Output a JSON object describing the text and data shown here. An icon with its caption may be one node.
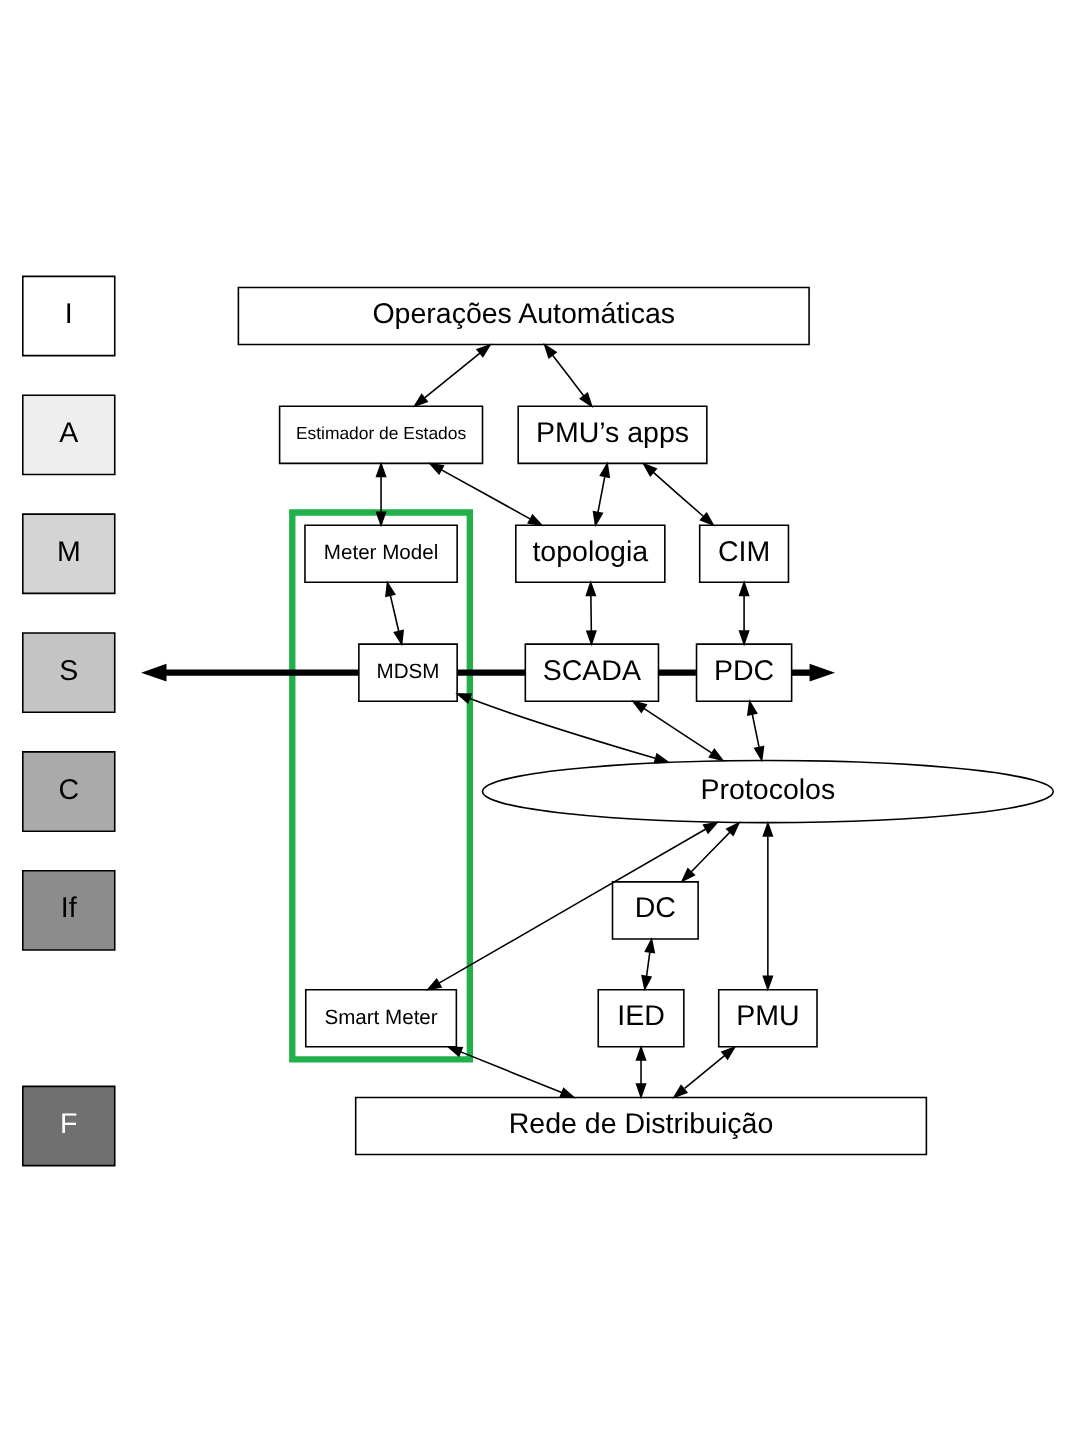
{
  "diagram": {
    "nodes": [
      {
        "text": [
          "I"
        ]
      },
      {
        "text": [
          "Operações Automáticas"
        ]
      },
      {
        "text": [
          "A"
        ]
      },
      {
        "text": [
          "Estimador de Estados"
        ]
      },
      {
        "text": [
          "PMU’s apps"
        ]
      },
      {
        "text": [
          "M"
        ]
      },
      {
        "text": [],
        "shape": "box"
      },
      {
        "text": [
          "Meter Model"
        ],
        "in": 6
      },
      {
        "text": [
          "topologia"
        ]
      },
      {
        "text": [
          "CIM"
        ]
      },
      {
        "text": [
          "S"
        ]
      },
      {
        "text": [
          "MDSM"
        ],
        "in": 6
      },
      {
        "text": [
          "SCADA"
        ]
      },
      {
        "text": [
          "PDC"
        ]
      },
      {
        "text": [
          "C"
        ]
      },
      {
        "text": [
          "Protocolos"
        ]
      },
      {
        "text": [
          "If"
        ]
      },
      {
        "text": [
          "DC"
        ]
      },
      {
        "text": [
          "Smart Meter"
        ],
        "in": 6
      },
      {
        "text": [
          "IED"
        ]
      },
      {
        "text": [
          "PMU"
        ]
      },
      {
        "text": [
          "F"
        ]
      },
      {
        "text": [
          "Rede de Distribuição"
        ]
      }
    ],
    "edges": [
      {
        "from": 1,
        "to": 3,
        "arrow": "both"
      },
      {
        "from": 1,
        "to": 4,
        "arrow": "both"
      },
      {
        "from": 3,
        "to": 7,
        "arrow": "both"
      },
      {
        "from": 3,
        "to": 8,
        "arrow": "both"
      },
      {
        "from": 4,
        "to": 8,
        "arrow": "both"
      },
      {
        "from": 4,
        "to": 9,
        "arrow": "both"
      },
      {
        "from": 7,
        "to": 11,
        "arrow": "both"
      },
      {
        "from": 8,
        "to": 12,
        "arrow": "both"
      },
      {
        "from": 9,
        "to": 13,
        "arrow": "both"
      },
      {
        "from": 11,
        "to": null,
        "arrow": "to",
        "style": "thick"
      },
      {
        "from": 11,
        "to": 12,
        "arrow": "none",
        "style": "thick"
      },
      {
        "from": 12,
        "to": 13,
        "arrow": "none",
        "style": "thick"
      },
      {
        "from": 13,
        "to": null,
        "arrow": "to",
        "style": "thick"
      },
      {
        "from": 11,
        "to": 15,
        "arrow": "both"
      },
      {
        "from": 12,
        "to": 15,
        "arrow": "both"
      },
      {
        "from": 13,
        "to": 15,
        "arrow": "both"
      },
      {
        "from": 15,
        "to": 18,
        "arrow": "both"
      },
      {
        "from": 15,
        "to": 17,
        "arrow": "both"
      },
      {
        "from": 17,
        "to": 19,
        "arrow": "both"
      },
      {
        "from": 15,
        "to": 20,
        "arrow": "both"
      },
      {
        "from": 18,
        "to": 22,
        "arrow": "both"
      },
      {
        "from": 19,
        "to": 22,
        "arrow": "both"
      },
      {
        "from": 20,
        "to": 22,
        "arrow": "both"
      }
    ]
  }
}
